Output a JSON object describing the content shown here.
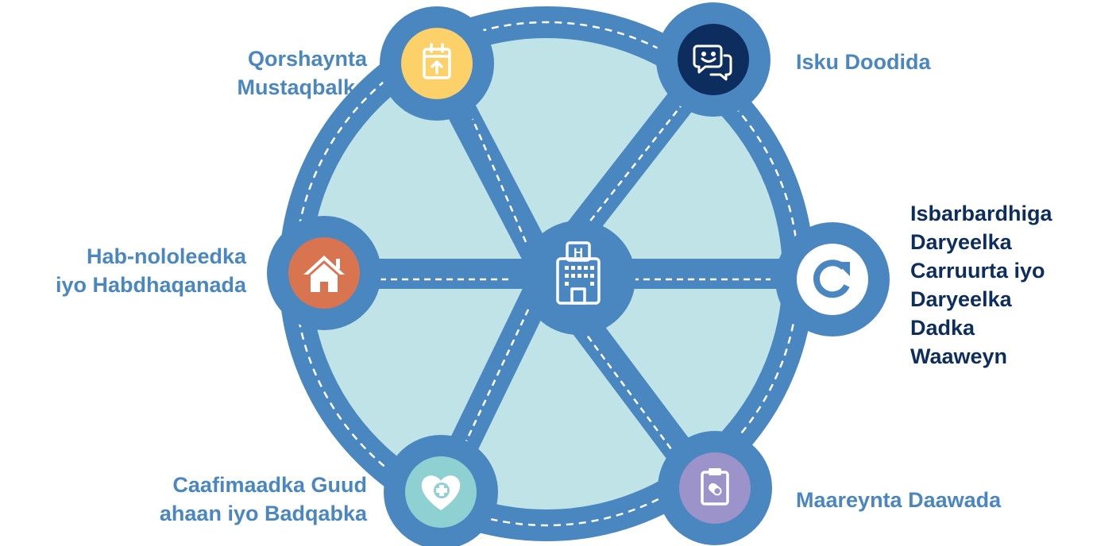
{
  "colors": {
    "ring": "#4a86c0",
    "fill": "#bfe3e6",
    "dash": "#ffffff",
    "planning": "#fcd16a",
    "engagement": "#0d2d5e",
    "housing": "#d8744f",
    "transition": "#ffffff",
    "health": "#8fd0d2",
    "medication": "#9b93ca",
    "center": "#4a86c0",
    "label_blue": "#4a86c0",
    "label_dark": "#0d2d5e"
  },
  "nodes": {
    "center": {
      "icon": "hospital-building-icon"
    },
    "planning": {
      "icon": "calendar-upload-icon",
      "label": [
        "Qorshaynta",
        "Mustaqbalka"
      ]
    },
    "engagement": {
      "icon": "chat-bubbles-icon",
      "label": [
        "Isku Doodida"
      ]
    },
    "housing": {
      "icon": "house-icon",
      "label": [
        "Hab-nololeedka",
        "iyo Habdhaqanada"
      ]
    },
    "transition": {
      "icon": "refresh-icon",
      "label": [
        "Isbarbardhiga",
        "Daryeelka",
        "Carruurta iyo",
        "Daryeelka",
        "Dadka",
        "Waaweyn"
      ]
    },
    "health": {
      "icon": "heart-plus-icon",
      "label": [
        "Caafimaadka Guud",
        "ahaan iyo Badqabka"
      ]
    },
    "medication": {
      "icon": "clipboard-pill-icon",
      "label": [
        "Maareynta Daawada"
      ]
    }
  }
}
